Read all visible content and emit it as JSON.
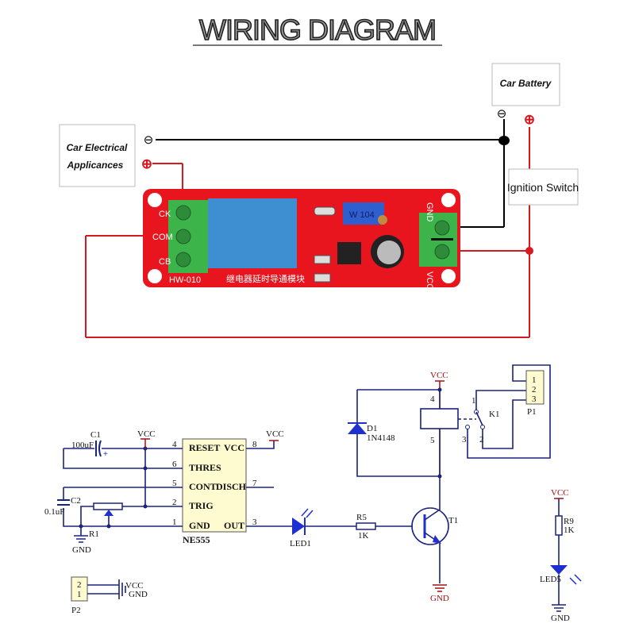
{
  "title": "WIRING DIAGRAM",
  "wiring": {
    "car_battery": "Car Battery",
    "car_appliances_line1": "Car Electrical",
    "car_appliances_line2": "Applicances",
    "ignition_switch": "Ignition Switch",
    "minus_symbol": "⊖",
    "plus_symbol": "⊕",
    "board": {
      "model": "HW-010",
      "chinese_label": "继电器延时导通模块",
      "pot_label": "W 104",
      "terminal_ck": "CK",
      "terminal_com": "COM",
      "terminal_cb": "CB",
      "gnd_label": "GND",
      "vcc_label": "VCC",
      "board_color": "#e8141e",
      "terminal_color": "#3cb44a",
      "relay_color": "#3d8fd1"
    },
    "wire_colors": {
      "negative": "#000000",
      "positive": "#d71920"
    }
  },
  "schematic": {
    "c1": {
      "name": "C1",
      "value": "100uF",
      "polarity": "+"
    },
    "c2": {
      "name": "C2",
      "value": "0.1uF"
    },
    "r1": "R1",
    "vcc": "VCC",
    "gnd": "GND",
    "ic": {
      "name": "NE555",
      "pins_left": [
        {
          "num": "4",
          "label": "RESET"
        },
        {
          "num": "6",
          "label": "THRES"
        },
        {
          "num": "5",
          "label": "CONT"
        },
        {
          "num": "2",
          "label": "TRIG"
        },
        {
          "num": "1",
          "label": "GND"
        }
      ],
      "pins_right": [
        {
          "num": "8",
          "label": "VCC"
        },
        {
          "num": "7",
          "label": "DISCH"
        },
        {
          "num": "3",
          "label": "OUT"
        }
      ]
    },
    "led1": "LED1",
    "r5": {
      "name": "R5",
      "value": "1K"
    },
    "t1": "T1",
    "d1": {
      "name": "D1",
      "value": "1N4148"
    },
    "k1": {
      "name": "K1",
      "coil_pins": [
        "4",
        "5"
      ],
      "contact_pins": [
        "1",
        "2",
        "3"
      ]
    },
    "p1": {
      "name": "P1",
      "pins": [
        "1",
        "2",
        "3"
      ]
    },
    "p2": {
      "name": "P2",
      "pins": [
        "2",
        "1"
      ],
      "labels": [
        "VCC",
        "GND"
      ]
    },
    "r9": {
      "name": "R9",
      "value": "1K"
    },
    "led5": "LED5",
    "colors": {
      "wire": "#1a237e",
      "power_label": "#a01010",
      "component_fill": "#1f2fd0",
      "ic_fill": "#fffbd0"
    }
  }
}
